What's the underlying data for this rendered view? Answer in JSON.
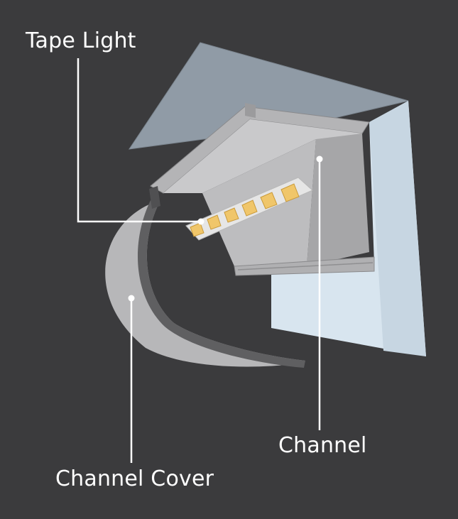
{
  "labels": {
    "tape_light": "Tape Light",
    "channel": "Channel",
    "channel_cover": "Channel Cover"
  },
  "colors": {
    "background": "#3b3b3d",
    "ceiling": "#8f9aa5",
    "wall": "#d6e4ee",
    "channel_light": "#cfcfd1",
    "channel_mid": "#a9a9ab",
    "channel_dark": "#8c8c8e",
    "cover": "#b7b7b9",
    "cover_edge": "#5e5e60",
    "led_chip": "#f0c66a",
    "leader_line": "#ffffff"
  }
}
